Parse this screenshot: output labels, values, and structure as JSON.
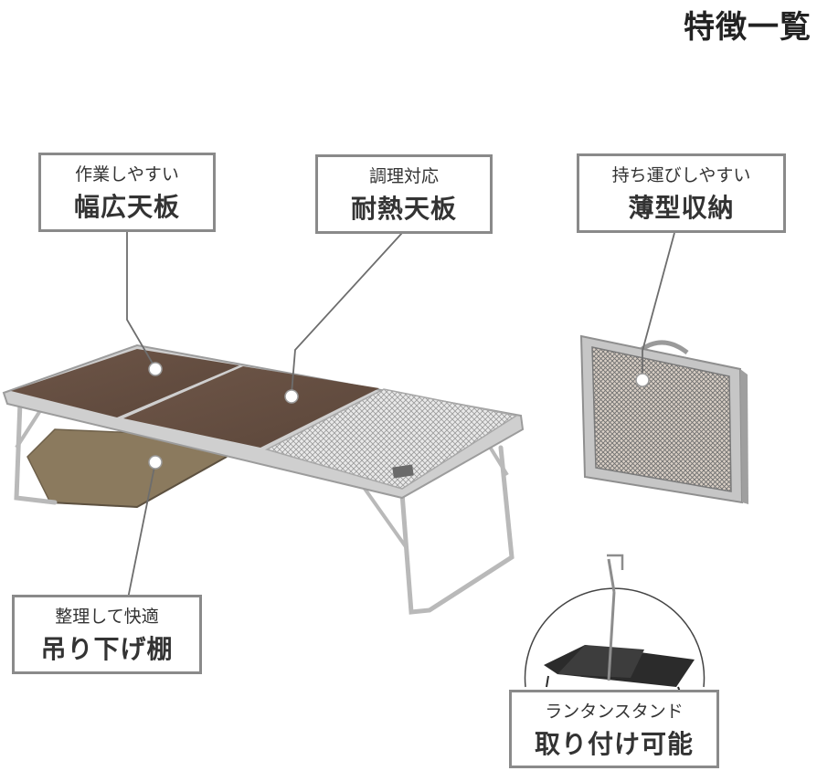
{
  "title": "特徴一覧",
  "callouts": {
    "top_board": {
      "sub": "作業しやすい",
      "main": "幅広天板"
    },
    "heat_board": {
      "sub": "調理対応",
      "main": "耐熱天板"
    },
    "storage": {
      "sub": "持ち運びしやすい",
      "main": "薄型収納"
    },
    "shelf": {
      "sub": "整理して快適",
      "main": "吊り下げ棚"
    },
    "lantern": {
      "sub": "ランタンスタンド",
      "main": "取り付け可能"
    }
  }
}
